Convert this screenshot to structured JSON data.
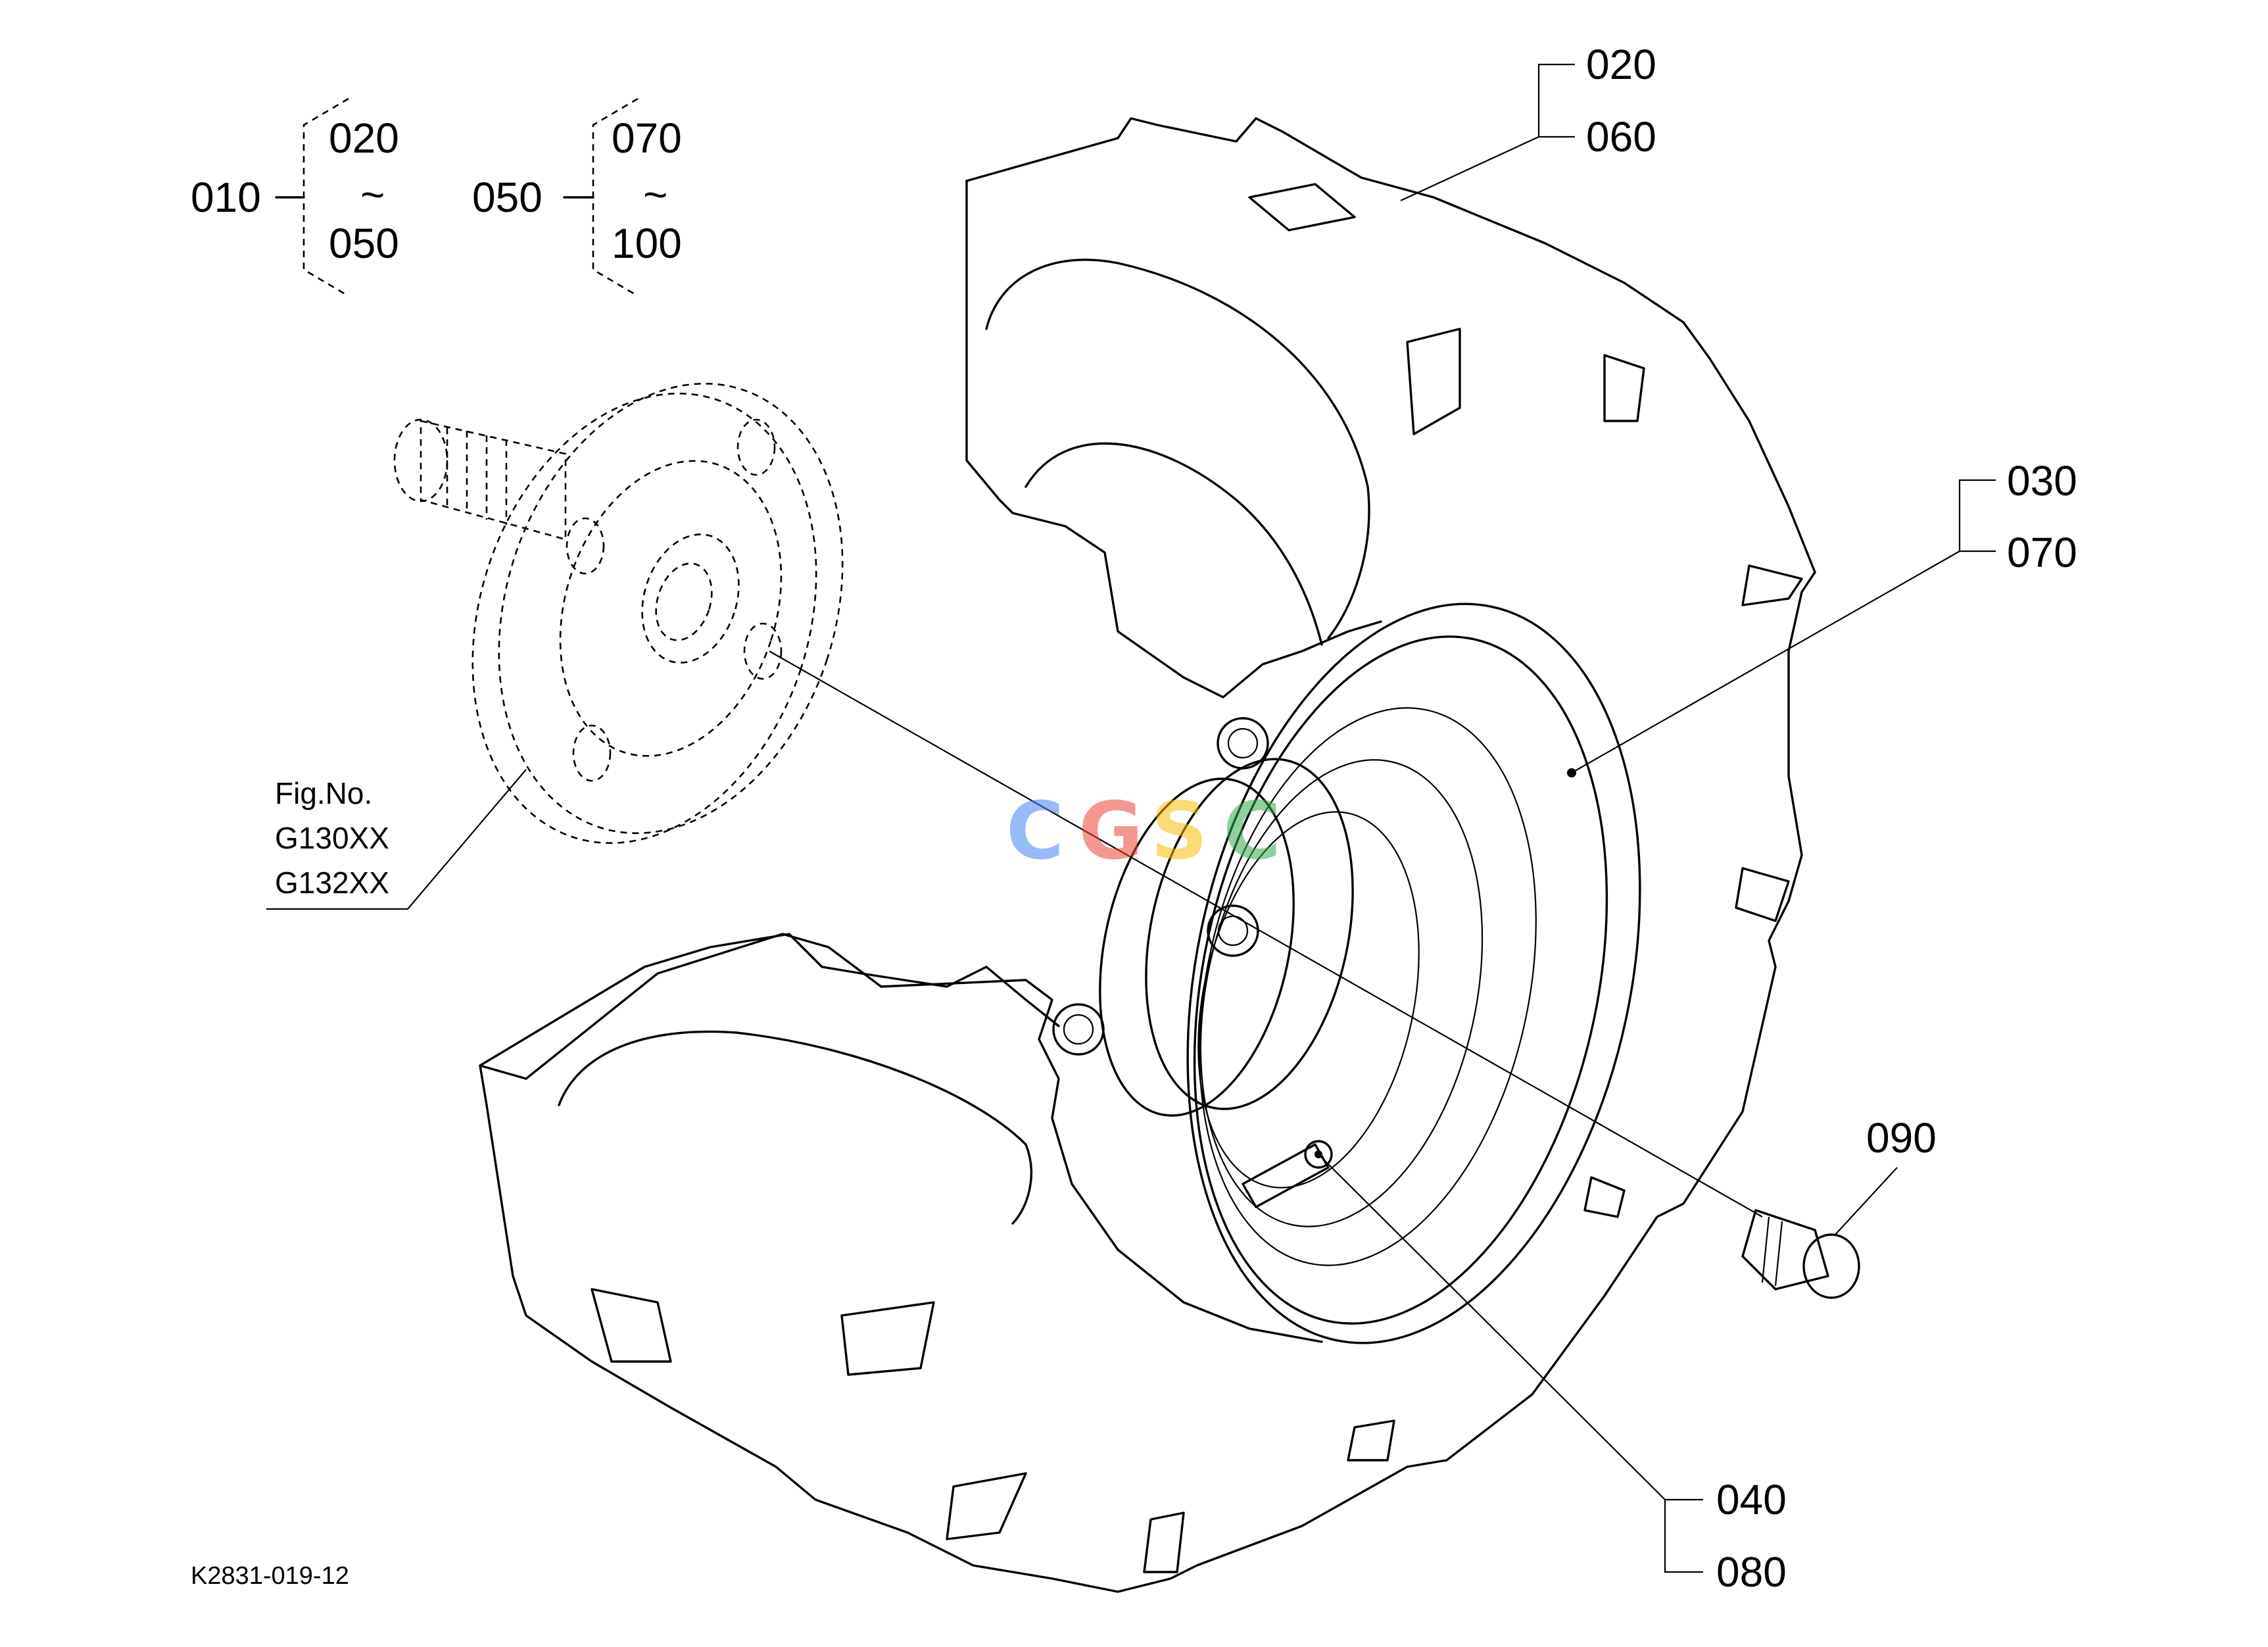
{
  "groups": {
    "g010": {
      "parent": "010",
      "from": "020",
      "tilde": "~",
      "to": "050"
    },
    "g050": {
      "parent": "050",
      "from": "070",
      "tilde": "~",
      "to": "100"
    }
  },
  "fig_ref": {
    "line1": "Fig.No.",
    "line2": "G130XX",
    "line3": "G132XX"
  },
  "callouts": {
    "c020": "020",
    "c060": "060",
    "c030": "030",
    "c070": "070",
    "c090": "090",
    "c040": "040",
    "c080": "080"
  },
  "watermark": {
    "c1": "C",
    "c2": "G",
    "c3": "S",
    "c4": "C",
    "colors": [
      "#4285f4",
      "#ea4335",
      "#fbbc05",
      "#34a853"
    ]
  },
  "drawing_id": "K2831-019-12"
}
